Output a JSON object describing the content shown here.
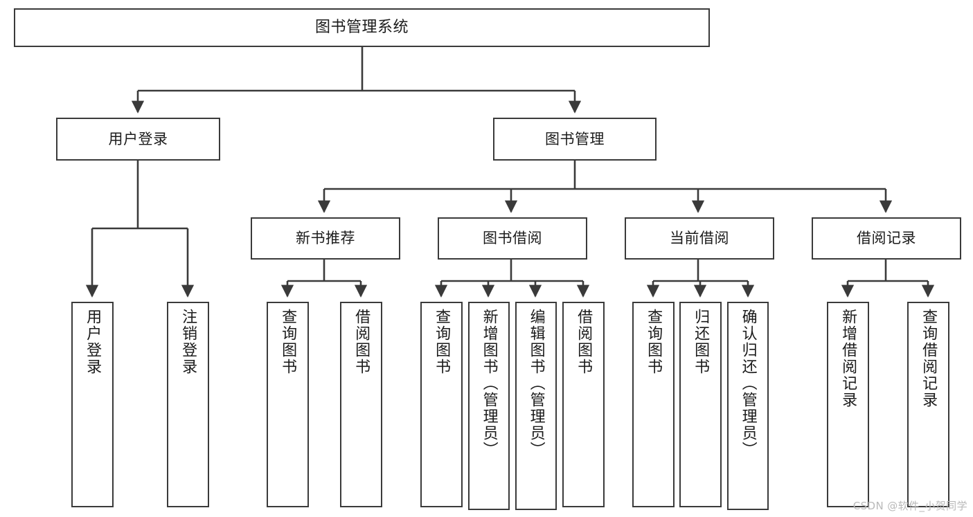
{
  "diagram": {
    "title": "图书管理系统",
    "watermark": "CSDN @软件_小贺同学",
    "colors": {
      "stroke": "#3a3a3a",
      "fill": "#ffffff",
      "text": "#1b1b1b",
      "watermark": "#b9b9b9"
    },
    "levels": {
      "root_label": "图书管理系统",
      "level2": [
        {
          "id": "user-login",
          "label": "用户登录"
        },
        {
          "id": "book-management",
          "label": "图书管理"
        }
      ],
      "level3": [
        {
          "id": "new-book-recommend",
          "label": "新书推荐"
        },
        {
          "id": "book-borrow",
          "label": "图书借阅"
        },
        {
          "id": "current-borrow",
          "label": "当前借阅"
        },
        {
          "id": "borrow-record",
          "label": "借阅记录"
        }
      ],
      "leaves": {
        "user-login": [
          {
            "id": "leaf-user-login",
            "label": "用户登录"
          },
          {
            "id": "leaf-logout-login",
            "label": "注销登录"
          }
        ],
        "new-book-recommend": [
          {
            "id": "leaf-query-book-1",
            "label": "查询图书"
          },
          {
            "id": "leaf-borrow-book-1",
            "label": "借阅图书"
          }
        ],
        "book-borrow": [
          {
            "id": "leaf-query-book-2",
            "label": "查询图书"
          },
          {
            "id": "leaf-add-book-admin",
            "label": "新增图书（管理员）"
          },
          {
            "id": "leaf-edit-book-admin",
            "label": "编辑图书（管理员）"
          },
          {
            "id": "leaf-borrow-book-2",
            "label": "借阅图书"
          }
        ],
        "current-borrow": [
          {
            "id": "leaf-query-book-3",
            "label": "查询图书"
          },
          {
            "id": "leaf-return-book",
            "label": "归还图书"
          },
          {
            "id": "leaf-confirm-return-admin",
            "label": "确认归还（管理员）"
          }
        ],
        "borrow-record": [
          {
            "id": "leaf-add-borrow-record",
            "label": "新增借阅记录"
          },
          {
            "id": "leaf-query-borrow-record",
            "label": "查询借阅记录"
          }
        ]
      }
    }
  }
}
